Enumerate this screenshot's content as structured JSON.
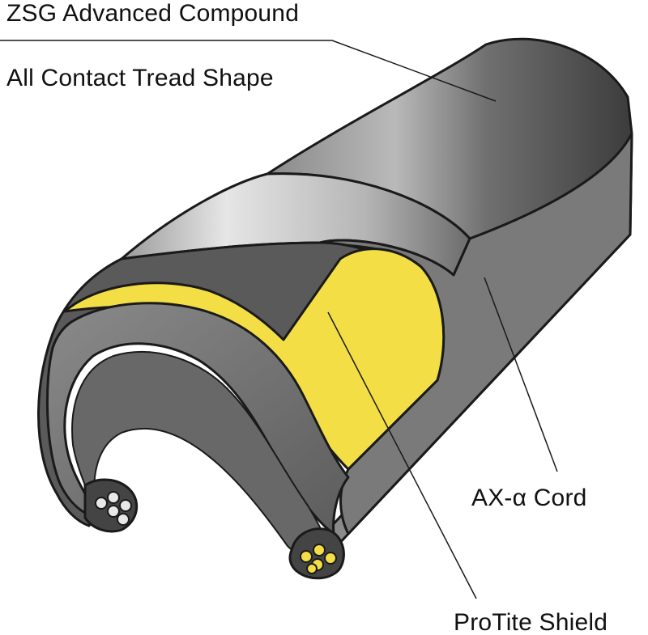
{
  "labels": {
    "zsg_compound": "ZSG Advanced Compound",
    "contact_tread": "All Contact Tread Shape",
    "ax_cord": "AX-α Cord",
    "protite_shield": "ProTite Shield"
  },
  "colors": {
    "outline": "#1a1a1a",
    "tread": "#4a4a4a",
    "casing": "#7d7d7d",
    "inner": "#6e6e6e",
    "shield": "#f5e24a",
    "silver_band": "#c9c9c9",
    "background": "#ffffff"
  }
}
